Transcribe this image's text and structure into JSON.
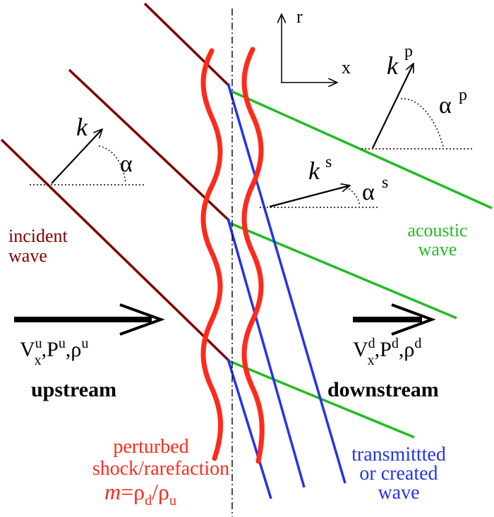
{
  "colors": {
    "incident": "#800000",
    "acoustic": "#22bb22",
    "transmitted": "#2233ee",
    "shock": "#ff2a1a",
    "ink": "#000000"
  },
  "axes": {
    "r": "r",
    "x": "x"
  },
  "vectors": {
    "k": "k",
    "alpha": "α",
    "kp": "k",
    "kp_sup": "p",
    "alphap": "α",
    "alphap_sup": "p",
    "ks": "k",
    "ks_sup": "s",
    "alphas": "α",
    "alphas_sup": "s"
  },
  "labels": {
    "incident_1": "incident",
    "incident_2": "wave",
    "acoustic_1": "acoustic",
    "acoustic_2": "wave",
    "upstream": "upstream",
    "downstream": "downstream",
    "shock_1": "perturbed",
    "shock_2": "shock/rarefaction",
    "transmitted_1": "transmittted",
    "transmitted_2": "or created",
    "transmitted_3": "wave"
  },
  "upstream_state": {
    "V": "V",
    "V_sup": "u",
    "V_sub": "x",
    "sep1": ",",
    "P": "P",
    "P_sup": "u",
    "sep2": ",",
    "rho": "ρ",
    "rho_sup": "u"
  },
  "downstream_state": {
    "V": "V",
    "V_sup": "d",
    "V_sub": "x",
    "sep1": ",",
    "P": "P",
    "P_sup": "d",
    "sep2": ",",
    "rho": "ρ",
    "rho_sup": "d"
  },
  "ratio": {
    "m": "m",
    "eq": "=",
    "num": "ρ",
    "num_sub": "d",
    "slash": "/",
    "den": "ρ",
    "den_sub": "u"
  }
}
